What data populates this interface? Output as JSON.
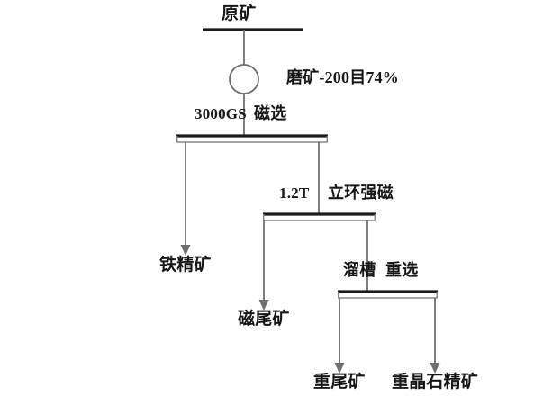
{
  "diagram": {
    "title_node": "原矿",
    "grinding_note": "磨矿-200目74%",
    "stages": [
      {
        "id": "magnetic-separation",
        "param": "3000GS",
        "operation": "磁选"
      },
      {
        "id": "high-intensity-magnetic",
        "param": "1.2T",
        "operation": "立环强磁"
      },
      {
        "id": "gravity-separation",
        "param": "溜槽",
        "operation": "重选"
      }
    ],
    "products": [
      {
        "id": "iron-concentrate",
        "label": "铁精矿"
      },
      {
        "id": "magnetic-tailings",
        "label": "磁尾矿"
      },
      {
        "id": "gravity-tailings",
        "label": "重尾矿"
      },
      {
        "id": "barite-concentrate",
        "label": "重晶石精矿"
      }
    ],
    "colors": {
      "bar_heavy": "#1b1b1b",
      "bar_light": "#8a8a8a",
      "connector": "#6f6f6f",
      "text": "#161616",
      "background": "#ffffff"
    }
  }
}
